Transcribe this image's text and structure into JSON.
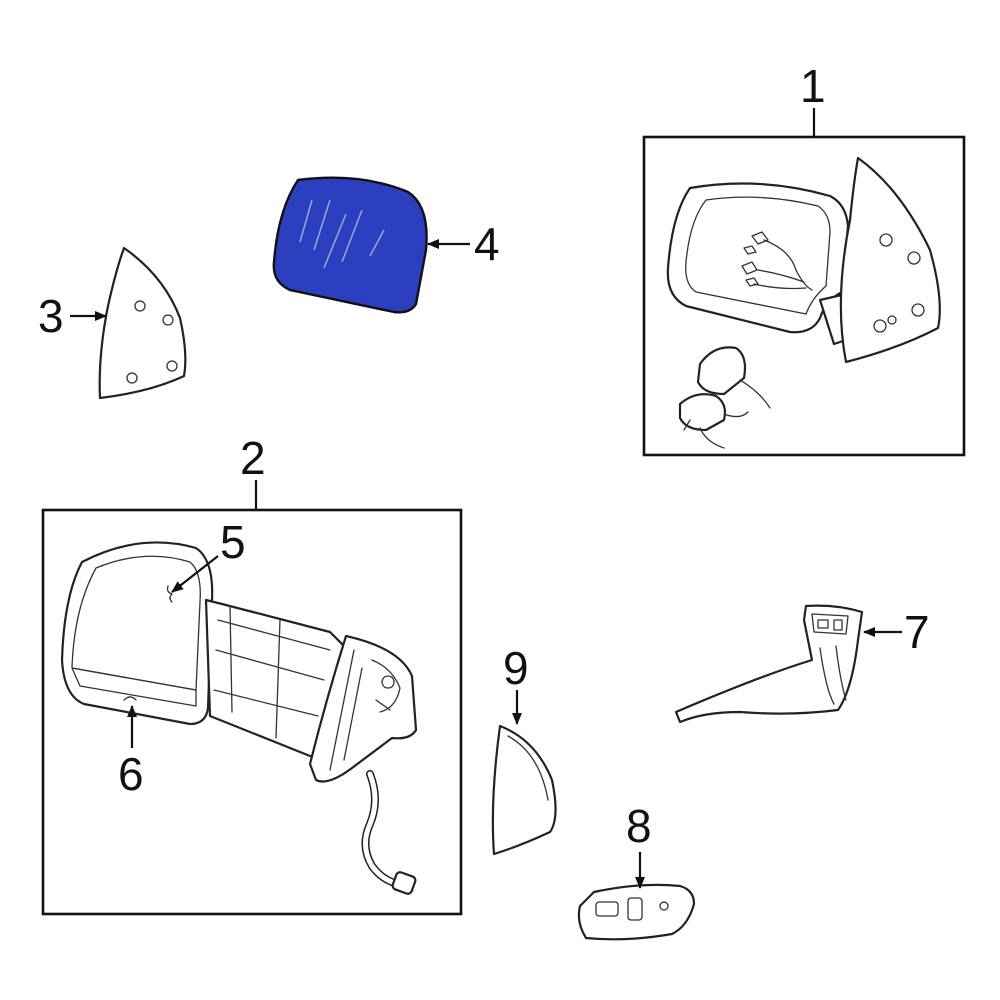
{
  "diagram": {
    "callouts": [
      {
        "id": "1",
        "text": "1"
      },
      {
        "id": "2",
        "text": "2"
      },
      {
        "id": "3",
        "text": "3"
      },
      {
        "id": "4",
        "text": "4"
      },
      {
        "id": "5",
        "text": "5"
      },
      {
        "id": "6",
        "text": "6"
      },
      {
        "id": "7",
        "text": "7"
      },
      {
        "id": "8",
        "text": "8"
      },
      {
        "id": "9",
        "text": "9"
      }
    ],
    "colors": {
      "highlight_fill": "#2b3fbf",
      "line": "#222222",
      "background": "#ffffff"
    }
  }
}
